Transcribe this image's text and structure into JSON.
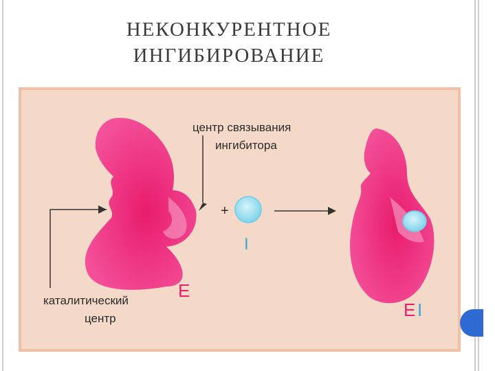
{
  "slide": {
    "title_line1": "НЕКОНКУРЕНТНОЕ",
    "title_line2": "ИНГИБИРОВАНИЕ"
  },
  "diagram": {
    "binding_site_label_line1": "центр связывания",
    "binding_site_label_line2": "ингибитора",
    "catalytic_site_label_line1": "каталитический",
    "catalytic_site_label_line2": "центр",
    "plus_sign": "+",
    "enzyme_letter": "E",
    "inhibitor_letter": "I",
    "complex_letter_e": "E",
    "complex_letter_i": "I"
  },
  "colors": {
    "enzyme": "#e8206e",
    "enzyme_highlight": "#f36aa4",
    "inhibitor": "#8fdcf0",
    "arrow": "#333333",
    "enzyme_label": "#e8206e",
    "inhibitor_label": "#3aa6d8"
  }
}
